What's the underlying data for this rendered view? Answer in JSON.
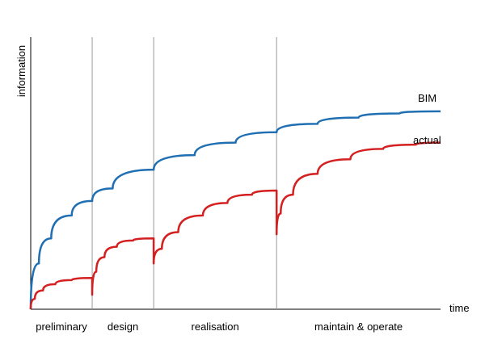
{
  "chart_data": {
    "type": "line",
    "xlabel": "time",
    "ylabel": "information",
    "xlim": [
      0,
      100
    ],
    "ylim": [
      0,
      100
    ],
    "grid": false,
    "phases": [
      {
        "label": "preliminary",
        "start": 0,
        "end": 15
      },
      {
        "label": "design",
        "start": 15,
        "end": 30
      },
      {
        "label": "realisation",
        "start": 30,
        "end": 60
      },
      {
        "label": "maintain & operate",
        "start": 60,
        "end": 100
      }
    ],
    "phase_boundaries": [
      15,
      30,
      60
    ],
    "series": [
      {
        "name": "BIM",
        "color": "#1f6fb2",
        "points": [
          [
            0,
            0
          ],
          [
            2,
            22
          ],
          [
            5,
            34
          ],
          [
            10,
            45
          ],
          [
            15,
            52
          ],
          [
            20,
            58
          ],
          [
            30,
            67
          ],
          [
            40,
            74
          ],
          [
            50,
            80
          ],
          [
            60,
            85
          ],
          [
            70,
            89
          ],
          [
            80,
            92
          ],
          [
            90,
            94
          ],
          [
            100,
            95
          ]
        ]
      },
      {
        "name": "actual",
        "color": "#d42020",
        "points": [
          [
            0,
            0
          ],
          [
            1,
            5
          ],
          [
            3,
            9
          ],
          [
            6,
            12
          ],
          [
            10,
            14
          ],
          [
            15,
            15
          ],
          [
            15,
            7
          ],
          [
            16,
            18
          ],
          [
            18,
            25
          ],
          [
            21,
            30
          ],
          [
            25,
            33
          ],
          [
            30,
            34
          ],
          [
            30,
            22
          ],
          [
            32,
            29
          ],
          [
            36,
            37
          ],
          [
            42,
            45
          ],
          [
            48,
            51
          ],
          [
            54,
            55
          ],
          [
            60,
            57
          ],
          [
            60,
            36
          ],
          [
            61,
            46
          ],
          [
            64,
            55
          ],
          [
            70,
            65
          ],
          [
            78,
            72
          ],
          [
            86,
            77
          ],
          [
            94,
            79
          ],
          [
            100,
            80
          ]
        ]
      }
    ]
  }
}
